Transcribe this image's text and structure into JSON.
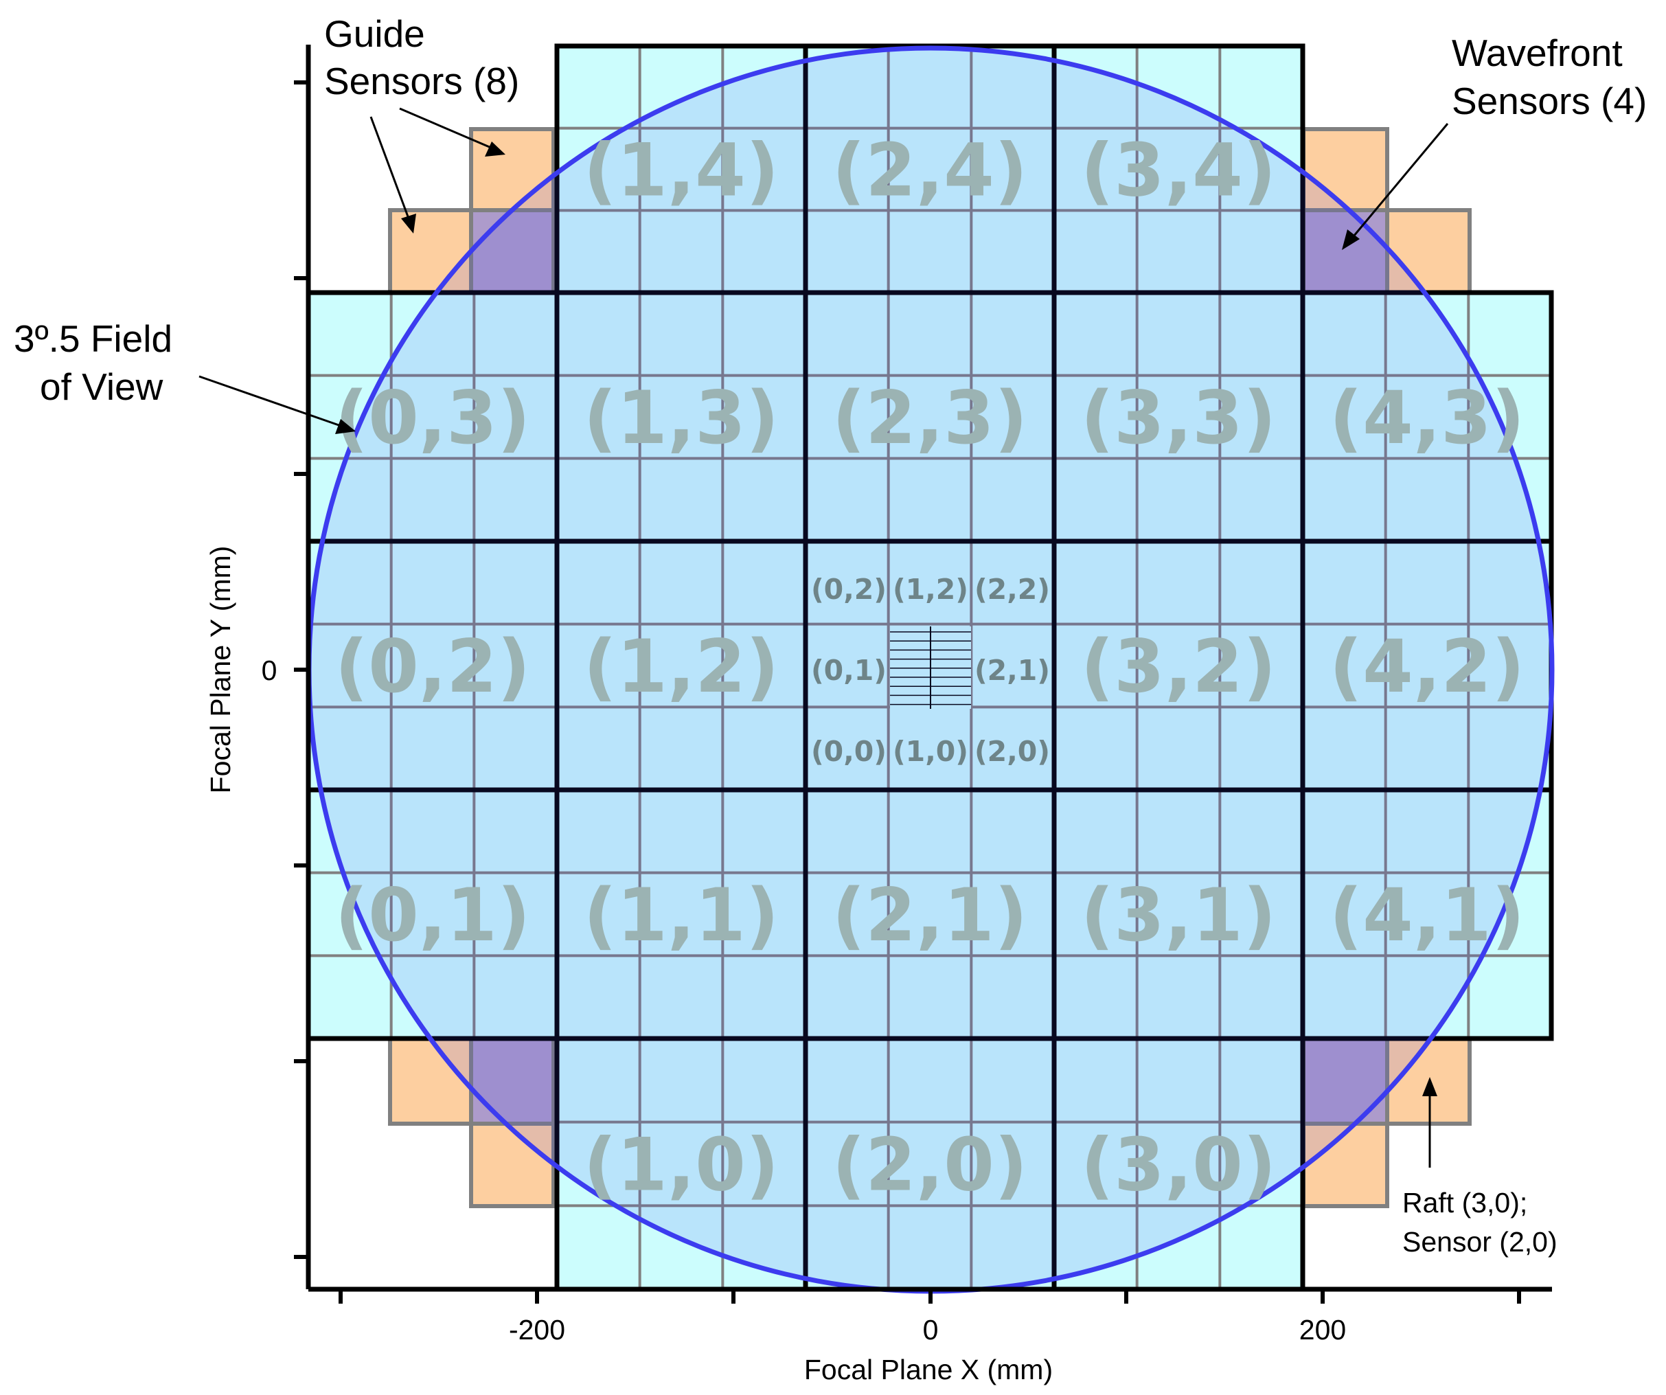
{
  "colors": {
    "raft_fill": "#ccfdfd",
    "guide_fill": "#fdcfa0",
    "wavefront_fill": "#ad9bcb",
    "sensor_grid": "#808080",
    "raft_border": "#000000",
    "fov_circle": "#3c3cef",
    "raft_label": "#9bb3b3",
    "sensor_label": "#6e8488"
  },
  "rafts": [
    {
      "label": "(1,4)"
    },
    {
      "label": "(2,4)"
    },
    {
      "label": "(3,4)"
    },
    {
      "label": "(0,3)"
    },
    {
      "label": "(1,3)"
    },
    {
      "label": "(2,3)"
    },
    {
      "label": "(3,3)"
    },
    {
      "label": "(4,3)"
    },
    {
      "label": "(0,2)"
    },
    {
      "label": "(1,2)"
    },
    {
      "label": "(3,2)"
    },
    {
      "label": "(4,2)"
    },
    {
      "label": "(0,1)"
    },
    {
      "label": "(1,1)"
    },
    {
      "label": "(2,1)"
    },
    {
      "label": "(3,1)"
    },
    {
      "label": "(4,1)"
    },
    {
      "label": "(1,0)"
    },
    {
      "label": "(2,0)"
    },
    {
      "label": "(3,0)"
    }
  ],
  "center_sensor_labels": [
    "(0,2)",
    "(1,2)",
    "(2,2)",
    "(0,1)",
    "(2,1)",
    "(0,0)",
    "(1,0)",
    "(2,0)"
  ],
  "annotations": {
    "guide": [
      "Guide",
      "Sensors (8)"
    ],
    "wavefront": [
      "Wavefront",
      "Sensors (4)"
    ],
    "fov": [
      "3º.5 Field",
      "of View"
    ],
    "raft_sensor": [
      "Raft (3,0);",
      "Sensor (2,0)"
    ]
  },
  "axes": {
    "x": {
      "title": "Focal Plane X (mm)",
      "tick_labels": [
        "-200",
        "0",
        "200"
      ]
    },
    "y": {
      "title": "Focal Plane Y (mm)",
      "tick_labels": [
        "0"
      ]
    }
  }
}
